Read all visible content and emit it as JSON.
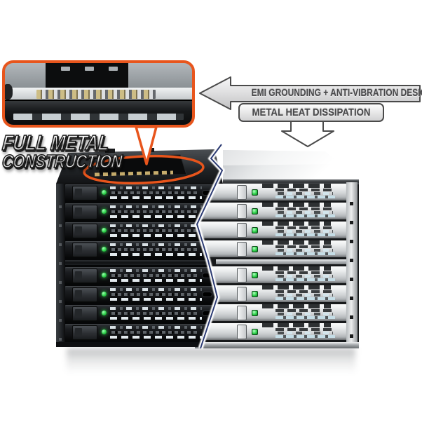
{
  "image": {
    "type": "product-marketing-photo",
    "subject": "8-bay full-metal drive cage shown in black and silver finishes with feature callouts"
  },
  "headline": {
    "line1": "FULL METAL",
    "line2": "CONSTRUCTION"
  },
  "callouts": {
    "emi": {
      "label": "EMI GROUNDING + ANTI-VIBRATION DESIGN",
      "shape": "left-arrow"
    },
    "heat": {
      "label": "METAL HEAT DISSIPATION",
      "shape": "box-with-down-arrow"
    }
  },
  "inset": {
    "subject": "close-up of EMI grounding spring contacts on the metal top cover",
    "highlight": "orange ellipse on enclosure top"
  },
  "enclosures": {
    "black": {
      "finish": "black",
      "top_bays": [
        {
          "led": "green"
        },
        {
          "led": "green"
        },
        {
          "led": "green"
        },
        {
          "led": "green"
        }
      ],
      "bottom_bays": [
        {
          "led": "green"
        },
        {
          "led": "green"
        },
        {
          "led": "green"
        },
        {
          "led": "green"
        }
      ]
    },
    "silver": {
      "finish": "silver",
      "top_bays": [
        {
          "led": "green"
        },
        {
          "led": "green"
        },
        {
          "led": "green"
        },
        {
          "led": "green"
        }
      ],
      "bottom_bays": [
        {
          "led": "green"
        },
        {
          "led": "green"
        },
        {
          "led": "green"
        },
        {
          "led": "green"
        }
      ]
    }
  },
  "colors": {
    "accent": "#e8551c",
    "led_green": "#2fd24b",
    "zigzag_navy": "#2b3a72",
    "arrow_border": "#4a4a4a",
    "arrow_text": "#48484a"
  }
}
